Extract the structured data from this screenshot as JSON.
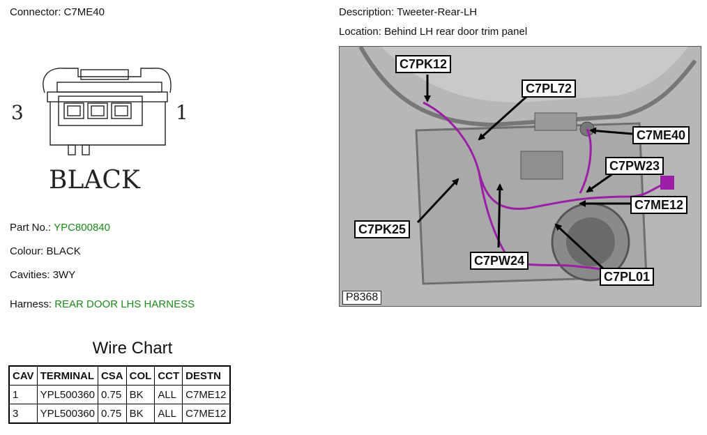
{
  "connector": {
    "label": "Connector:",
    "value": "C7ME40"
  },
  "description": {
    "label": "Description:",
    "value": "Tweeter-Rear-LH"
  },
  "location": {
    "label": "Location:",
    "value": "Behind LH rear door trim panel"
  },
  "diagram": {
    "pin_left": "3",
    "pin_right": "1",
    "colour_text": "BLACK"
  },
  "part_no": {
    "label": "Part No.:",
    "value": "YPC800840"
  },
  "colour": {
    "label": "Colour:",
    "value": "BLACK"
  },
  "cavities": {
    "label": "Cavities:",
    "value": "3WY"
  },
  "harness": {
    "label": "Harness:",
    "value": "REAR DOOR LHS HARNESS"
  },
  "wire_chart": {
    "title": "Wire Chart",
    "headers": [
      "CAV",
      "TERMINAL",
      "CSA",
      "COL",
      "CCT",
      "DESTN"
    ],
    "rows": [
      [
        "1",
        "YPL500360",
        "0.75",
        "BK",
        "ALL",
        "C7ME12"
      ],
      [
        "3",
        "YPL500360",
        "0.75",
        "BK",
        "ALL",
        "C7ME12"
      ]
    ]
  },
  "photo": {
    "figure_id": "P8368",
    "callouts": {
      "c7pk12": "C7PK12",
      "c7pl72": "C7PL72",
      "c7me40": "C7ME40",
      "c7pw23": "C7PW23",
      "c7me12": "C7ME12",
      "c7pk25": "C7PK25",
      "c7pw24": "C7PW24",
      "c7pl01": "C7PL01"
    }
  },
  "colors": {
    "accent_green": "#1a8a1a",
    "harness_purple": "#9b1fa6"
  }
}
